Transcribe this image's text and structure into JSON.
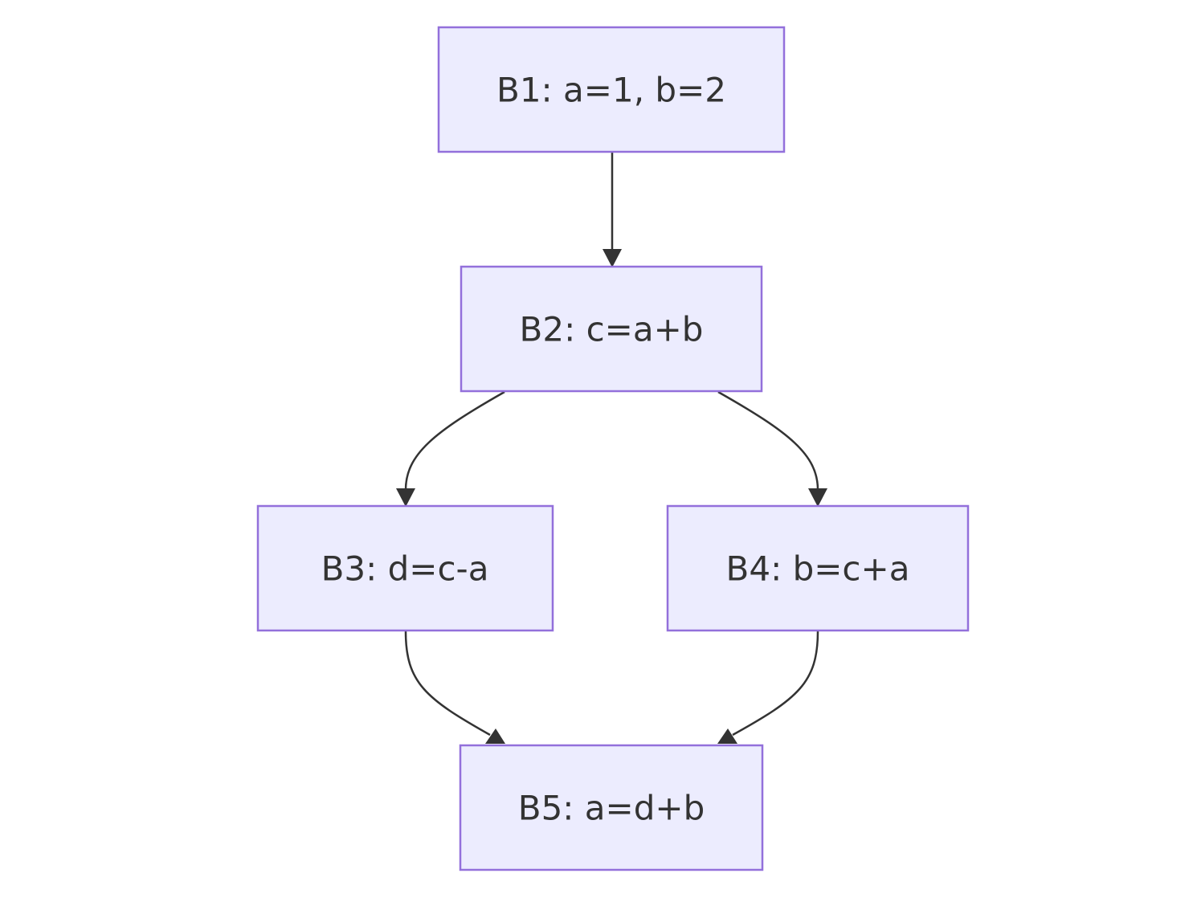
{
  "nodes": {
    "b1": {
      "label": "B1: a=1, b=2"
    },
    "b2": {
      "label": "B2: c=a+b"
    },
    "b3": {
      "label": "B3: d=c-a"
    },
    "b4": {
      "label": "B4: b=c+a"
    },
    "b5": {
      "label": "B5: a=d+b"
    }
  },
  "edges": [
    {
      "from": "B1",
      "to": "B2"
    },
    {
      "from": "B2",
      "to": "B3"
    },
    {
      "from": "B2",
      "to": "B4"
    },
    {
      "from": "B3",
      "to": "B5"
    },
    {
      "from": "B4",
      "to": "B5"
    }
  ],
  "colors": {
    "node_fill": "#ececfe",
    "node_border": "#9370db",
    "edge": "#333333",
    "text": "#333333"
  }
}
